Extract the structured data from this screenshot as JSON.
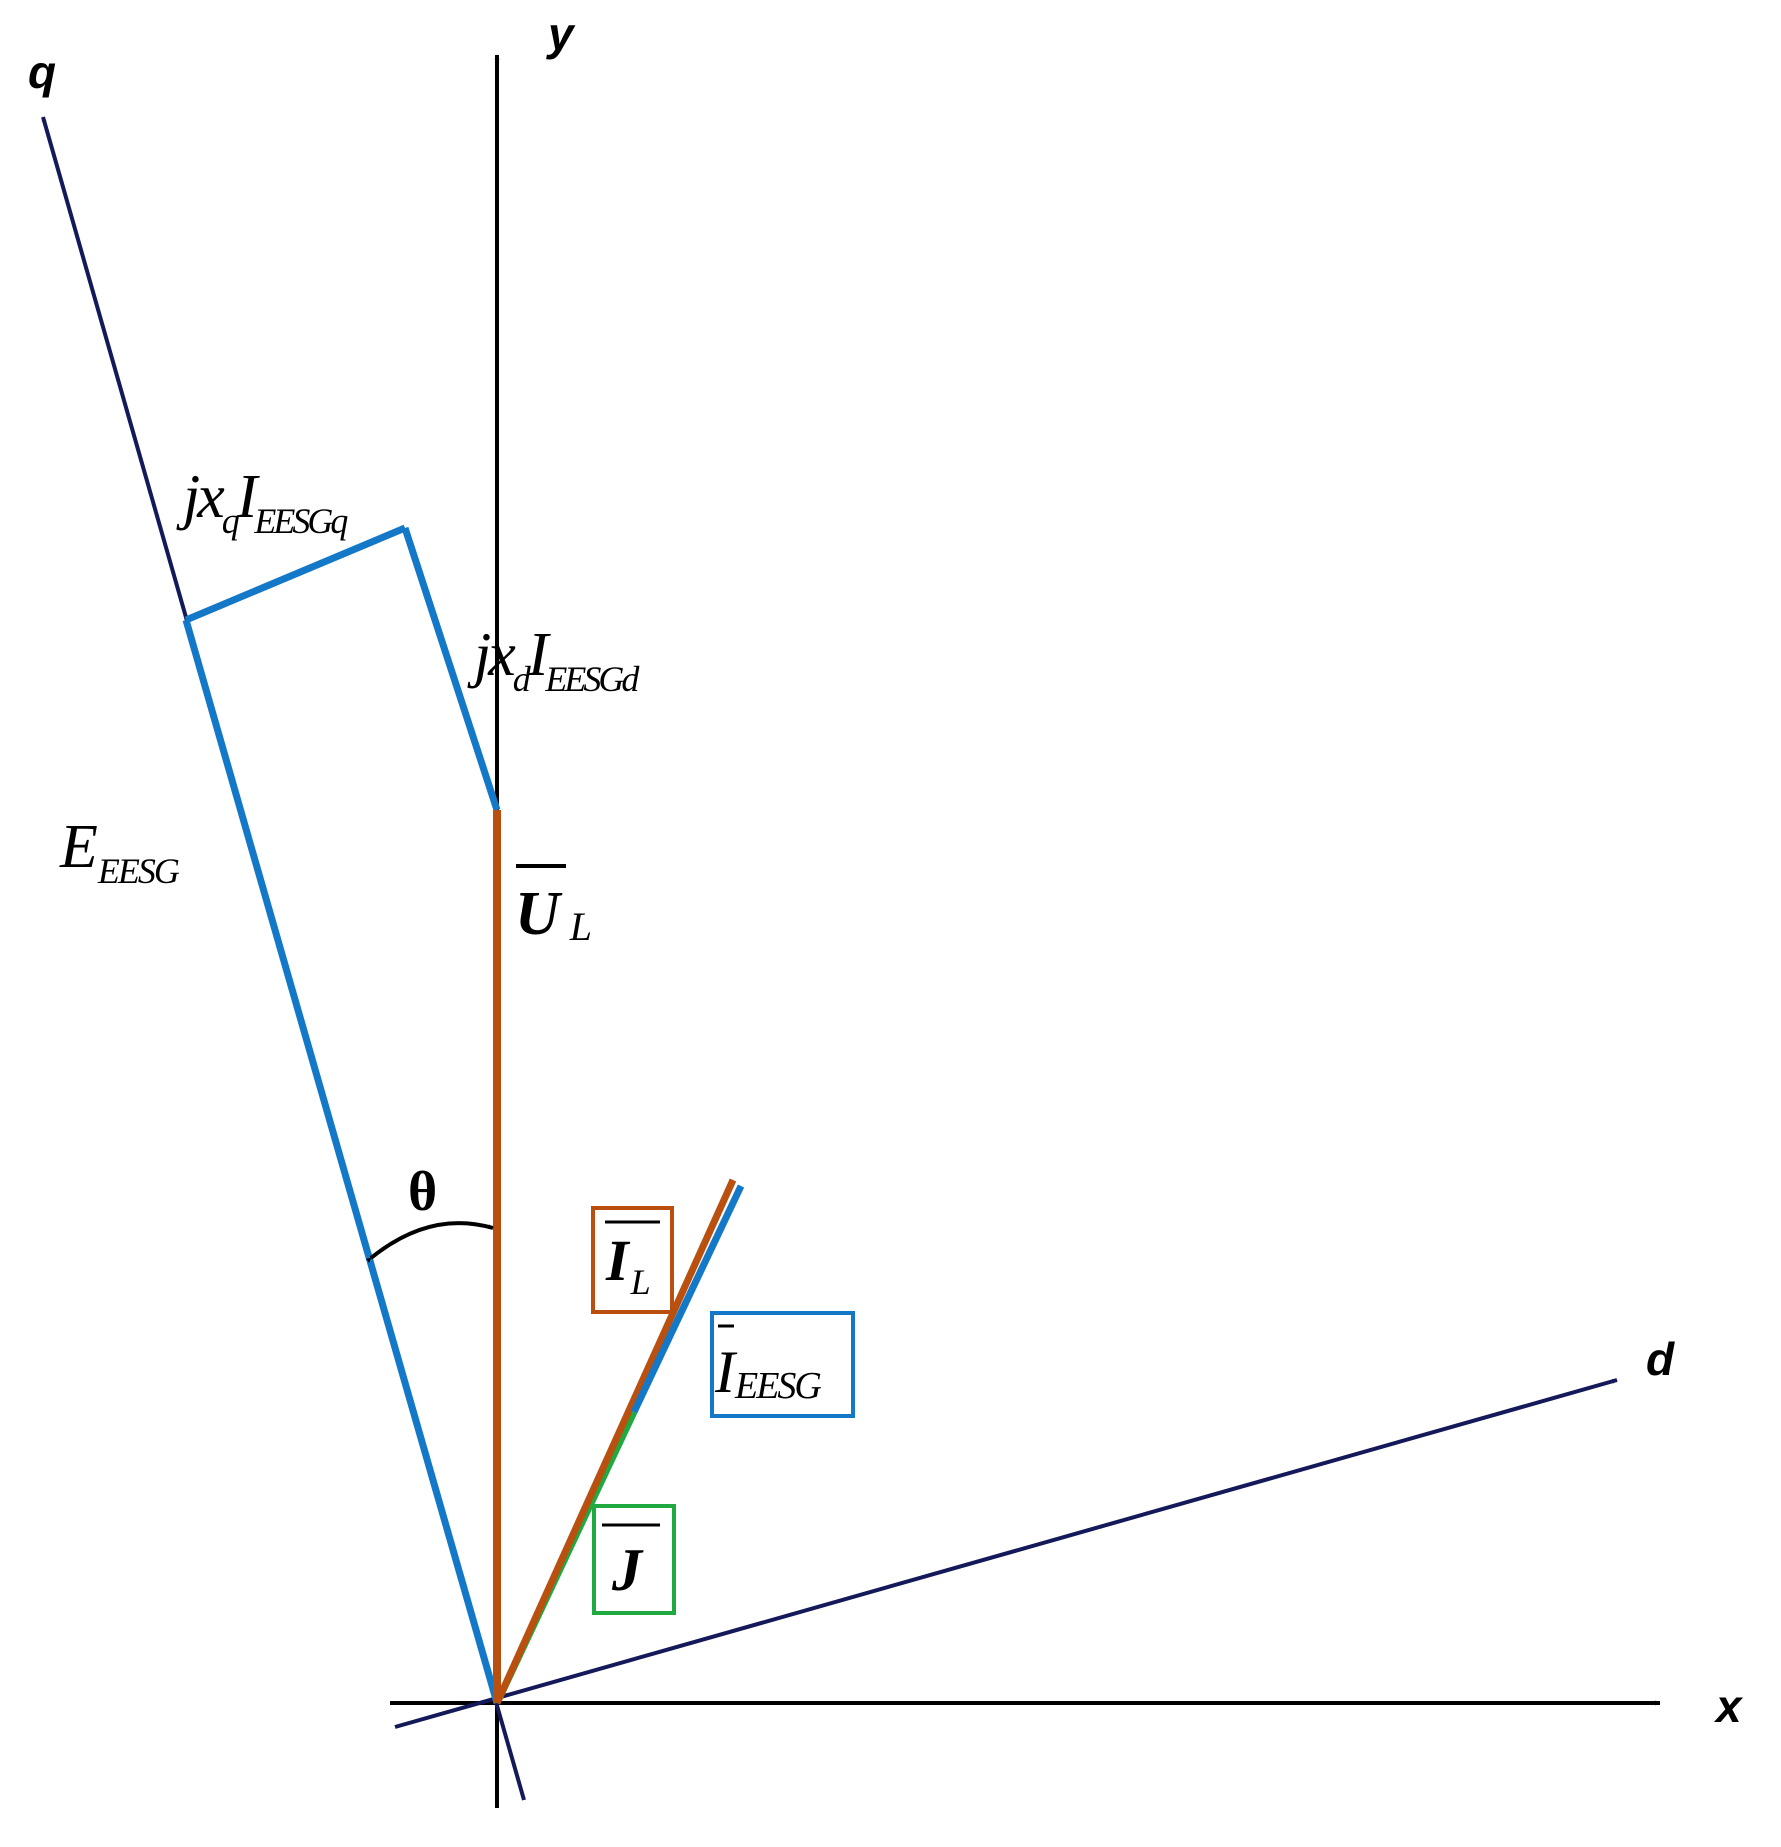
{
  "axes": {
    "x": "x",
    "y": "y",
    "d": "d",
    "q": "q"
  },
  "angle": "θ",
  "vectors": {
    "e_eesg": {
      "main": "E",
      "sub": "EESG"
    },
    "u_l": {
      "main": "U",
      "sub": "L"
    },
    "jxq": {
      "pre": "jx",
      "sub1": "q",
      "main2": "I",
      "sub2": "EESGq"
    },
    "jxd": {
      "pre": "jx",
      "sub1": "d",
      "main2": "I",
      "sub2": "EESGd"
    },
    "i_l": {
      "main": "I",
      "sub": "L"
    },
    "i_eesg": {
      "main": "I",
      "sub": "EESG"
    },
    "j": {
      "main": "J"
    }
  },
  "colors": {
    "axis": "#000000",
    "dq_axis": "#14195a",
    "eesg_blue": "#1478c8",
    "load_orange": "#b9500f",
    "j_green": "#1eaa41"
  }
}
